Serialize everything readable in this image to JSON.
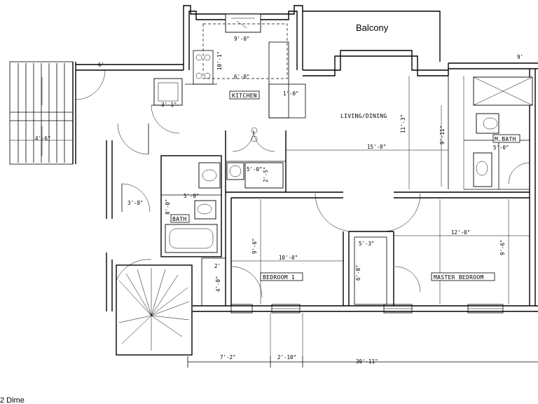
{
  "rooms": {
    "balcony": "Balcony",
    "kitchen": "KITCHEN",
    "living_dining": "LIVING/DINING",
    "m_bath": "M.BATH",
    "bath": "BATH",
    "bedroom_1": "BEDROOM 1",
    "master_bedroom": "MASTER BEDROOM"
  },
  "dimensions": {
    "kitchen_top": "9'-0\"",
    "kitchen_mid": "6'-0\"",
    "kitchen_side": "10'-1\"",
    "kitchen_small": "3'-1\"",
    "kitchen_right": "1'-0\"",
    "stair_top": "6'",
    "stair_side": "4'-6\"",
    "living_width": "15'-8\"",
    "living_depth": "11'-3\"",
    "living_depth_2": "9'-11\"",
    "mbath_width": "5'-0\"",
    "mbath_depth": "9'",
    "wd_width": "5'-0\"",
    "wd_depth": "2'-5\"",
    "bath_width": "5'-0\"",
    "bath_depth": "8'-0\"",
    "hall_width": "3'-8\"",
    "bed1_width": "10'-0\"",
    "bed1_depth": "9'-6\"",
    "closet_depth": "4'-0\"",
    "closet_side": "2'",
    "master_width": "12'-0\"",
    "master_depth": "9'-6\"",
    "master_closet": "5'-3\"",
    "master_closet_depth": "6'-0\"",
    "bottom_a": "7'-2\"",
    "bottom_b": "2'-10\"",
    "bottom_total": "30'-11\"",
    "corner_right": "9'"
  },
  "footer": {
    "text": "2 Dime"
  }
}
